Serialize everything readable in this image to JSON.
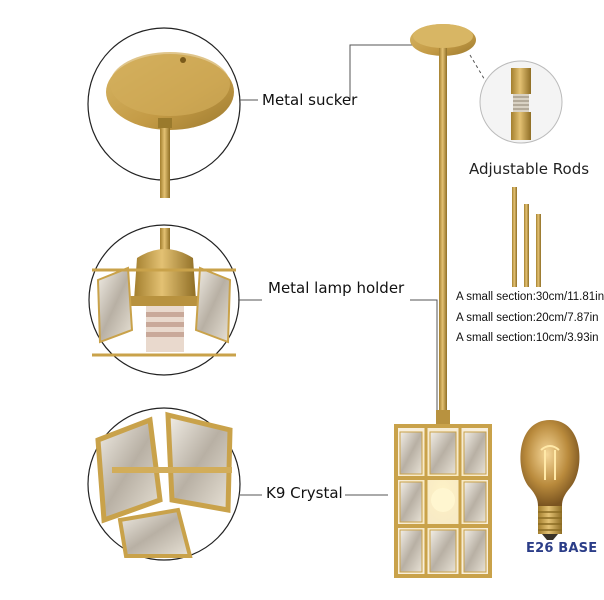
{
  "callouts": {
    "metal_sucker": "Metal sucker",
    "metal_lamp_holder": "Metal lamp holder",
    "k9_crystal": "K9 Crystal"
  },
  "rods": {
    "title": "Adjustable Rods",
    "sections": [
      "A small section:30cm/11.81in",
      "A small section:20cm/7.87in",
      "A small section:10cm/3.93in"
    ]
  },
  "bulb": {
    "base_label": "E26 BASE"
  },
  "colors": {
    "brass": "#c9a24a",
    "brass_dark": "#9a7a2c",
    "callout_line": "#555555",
    "base_label": "#2b3d88"
  }
}
